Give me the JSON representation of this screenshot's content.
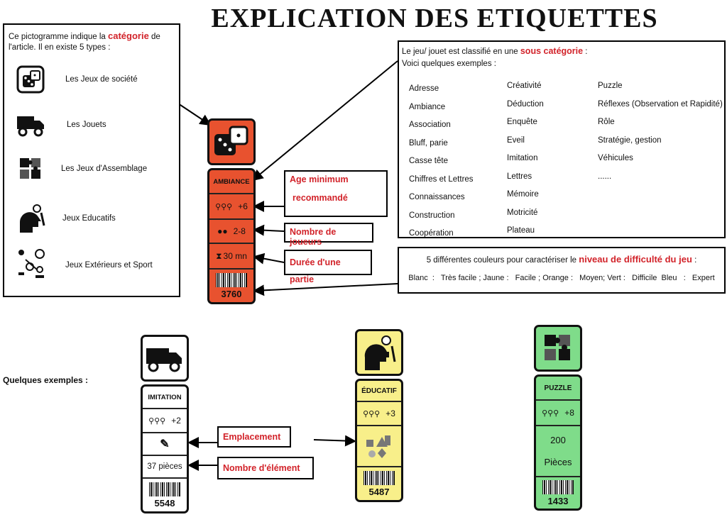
{
  "title": "EXPLICATION DES ETIQUETTES",
  "left_box": {
    "intro_before": "Ce pictogramme indique la ",
    "intro_highlight": "catégorie",
    "intro_after": " de l'article. Il en existe 5 types :",
    "categories": [
      {
        "icon": "dice-icon",
        "label": "Les Jeux de société"
      },
      {
        "icon": "truck-icon",
        "label": "Les Jouets"
      },
      {
        "icon": "puzzle-icon",
        "label": "Les Jeux d'Assemblage"
      },
      {
        "icon": "head-bulb-icon",
        "label": "Jeux Educatifs"
      },
      {
        "icon": "sports-icon",
        "label": "Jeux Extérieurs et Sport"
      }
    ]
  },
  "subcat_box": {
    "intro_before": "Le jeu/ jouet est classifié en une ",
    "intro_highlight": "sous catégorie",
    "intro_after": " :",
    "line2": "Voici quelques exemples :",
    "col1": [
      "Adresse",
      "Ambiance",
      "Association",
      "Bluff, parie",
      "Casse tête",
      "Chiffres et Lettres",
      "Connaissances",
      "Construction",
      "Coopération"
    ],
    "col2": [
      "Créativité",
      "Déduction",
      "Enquête",
      "Eveil",
      "Imitation",
      "Lettres",
      "Mémoire",
      "Motricité",
      "Plateau"
    ],
    "col3": [
      "Puzzle",
      "Réflexes (Observation et Rapidité)",
      "Rôle",
      "Stratégie, gestion",
      "Véhicules",
      "......"
    ]
  },
  "difficulty_box": {
    "intro_before": "5 différentes couleurs pour caractériser le ",
    "intro_highlight": "niveau de difficulté du jeu",
    "intro_after": " :",
    "line2": "Blanc  :   Très facile ; Jaune :   Facile ; Orange :   Moyen; Vert :   Difficile  Bleu   :   Expert"
  },
  "callouts": {
    "age_line1": "Age minimum",
    "age_line2": "recommandé",
    "players": "Nombre de joueurs",
    "duration": "Durée d'une partie",
    "location": "Emplacement",
    "elements": "Nombre d'élément"
  },
  "main_card": {
    "color": "#e8522f",
    "subcategory": "AMBIANCE",
    "age": "+6",
    "players": "2-8",
    "duration": "30 mn",
    "number": "3760"
  },
  "examples_label": "Quelques exemples :",
  "example_cards": [
    {
      "color": "#ffffff",
      "subcategory": "IMITATION",
      "age": "+2",
      "count": "37 pièces",
      "number": "5548"
    },
    {
      "color": "#f8ef8a",
      "subcategory": "ÉDUCATIF",
      "age": "+3",
      "number": "5487"
    },
    {
      "color": "#7fdc8a",
      "subcategory": "PUZZLE",
      "age": "+8",
      "count_line1": "200",
      "count_line2": "Pièces",
      "number": "1433"
    }
  ]
}
